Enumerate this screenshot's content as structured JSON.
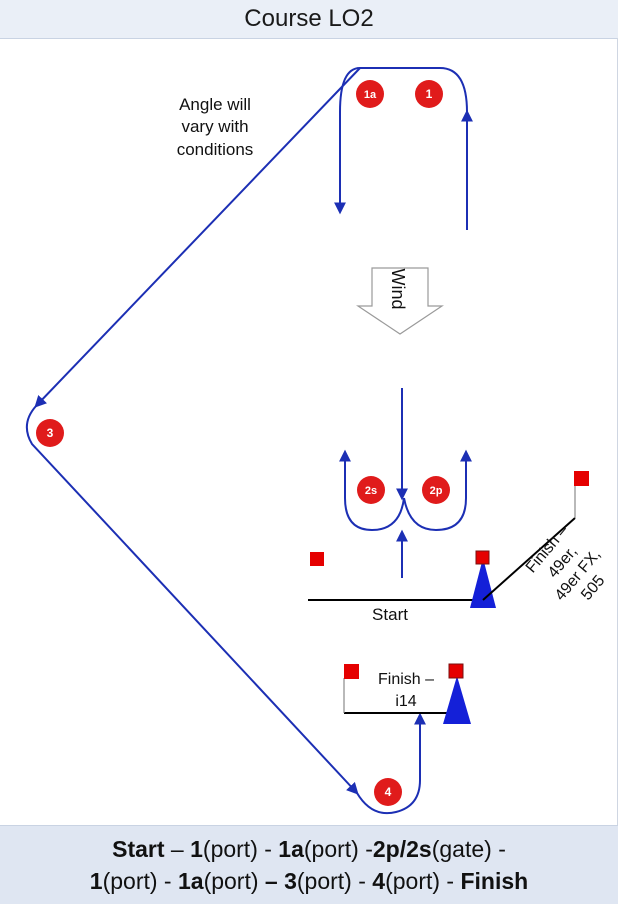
{
  "title": "Course LO2",
  "annotations": {
    "angle_line1": "Angle will",
    "angle_line2": "vary with",
    "angle_line3": "conditions",
    "wind": "Wind",
    "start": "Start",
    "finish_a_line1": "Finish –",
    "finish_a_line2": "49er,",
    "finish_a_line3": "49er FX,",
    "finish_a_line4": "505",
    "finish_b_line1": "Finish –",
    "finish_b_line2": "i14"
  },
  "marks": {
    "m1a": "1a",
    "m1": "1",
    "m3": "3",
    "m2s": "2s",
    "m2p": "2p",
    "m4": "4"
  },
  "footer": {
    "line1": [
      {
        "text": "Start",
        "bold": true
      },
      {
        "text": " – ",
        "bold": false
      },
      {
        "text": "1",
        "bold": true
      },
      {
        "text": "(port) - ",
        "bold": false
      },
      {
        "text": "1a",
        "bold": true
      },
      {
        "text": "(port) -",
        "bold": false
      },
      {
        "text": "2p/2s",
        "bold": true
      },
      {
        "text": "(gate) -",
        "bold": false
      }
    ],
    "line2": [
      {
        "text": "1",
        "bold": true
      },
      {
        "text": "(port) - ",
        "bold": false
      },
      {
        "text": "1a",
        "bold": true
      },
      {
        "text": "(port) ",
        "bold": false
      },
      {
        "text": "–",
        "bold": true
      },
      {
        "text": " ",
        "bold": false
      },
      {
        "text": "3",
        "bold": true
      },
      {
        "text": "(port) - ",
        "bold": false
      },
      {
        "text": "4",
        "bold": true
      },
      {
        "text": "(port) - ",
        "bold": false
      },
      {
        "text": "Finish",
        "bold": true
      }
    ]
  },
  "colors": {
    "course_line": "#1c2fb4",
    "mark_red": "#e01b1b",
    "flag_red": "#e50000",
    "committee_blue": "#1420d8"
  }
}
